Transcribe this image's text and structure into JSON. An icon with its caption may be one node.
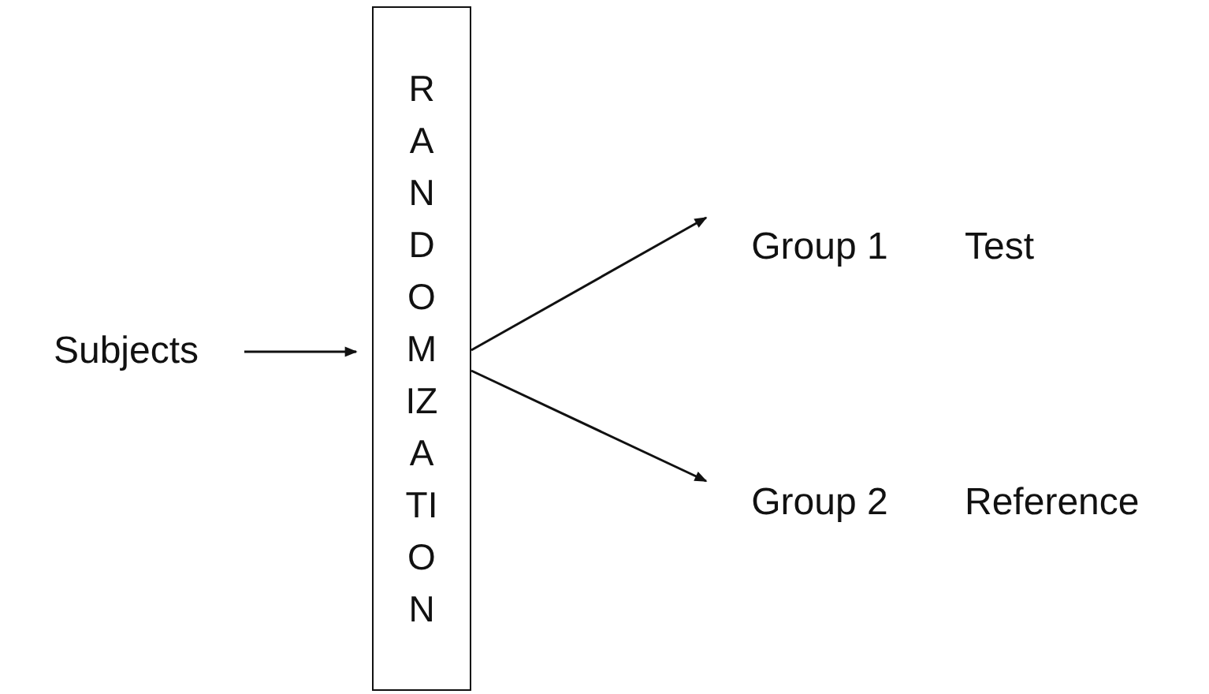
{
  "diagram": {
    "nodes": [
      {
        "text": [
          "Subjects"
        ]
      },
      {
        "text": [
          "RANDOMIZATION"
        ]
      },
      {
        "text": [
          "Group 1"
        ],
        "beside": [
          "Test"
        ]
      },
      {
        "text": [
          "Group 2"
        ],
        "beside": [
          "Reference"
        ]
      }
    ],
    "edges": [
      {
        "from": 0,
        "to": 1,
        "arrow": "to"
      },
      {
        "from": 1,
        "to": 2,
        "arrow": "to"
      },
      {
        "from": 1,
        "to": 3,
        "arrow": "to"
      }
    ]
  }
}
